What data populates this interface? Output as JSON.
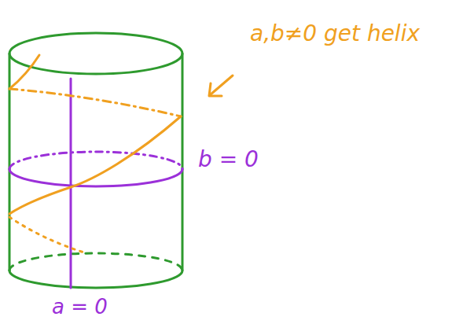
{
  "diagram": {
    "labels": [
      "a,b≠0 get helix",
      "b = 0",
      "a = 0"
    ]
  }
}
